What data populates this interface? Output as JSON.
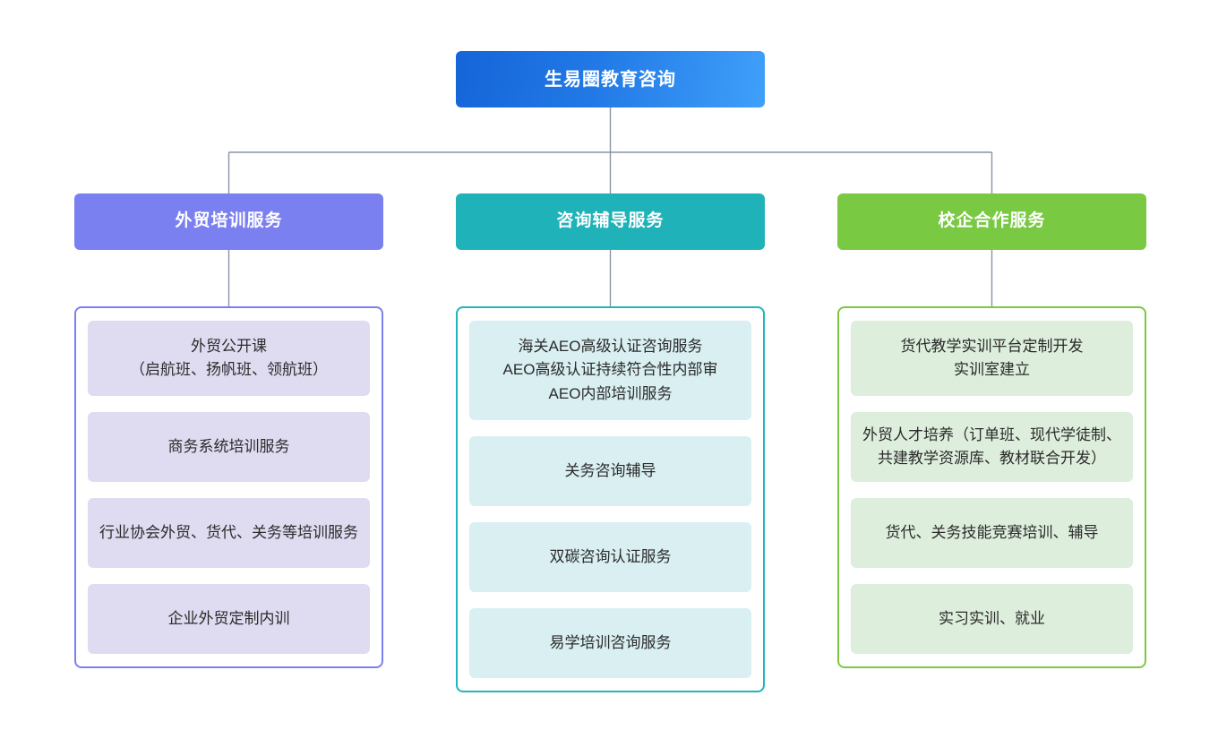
{
  "diagram": {
    "type": "organizational-tree",
    "orientation": "top-down",
    "background_color": "#ffffff",
    "connector_color": "#8a93a6",
    "root": {
      "label": "生易圈教育咨询",
      "color_start": "#1565d8",
      "color_end": "#3fa0fa",
      "text_color": "#ffffff"
    },
    "branches": [
      {
        "id": "foreign-trade-training",
        "label": "外贸培训服务",
        "accent_color": "#7b80f0",
        "item_background": "#dfdcf2",
        "text_color": "#ffffff",
        "items": [
          {
            "label": "外贸公开课\n（启航班、扬帆班、领航班）"
          },
          {
            "label": "商务系统培训服务"
          },
          {
            "label": "行业协会外贸、货代、关务等培训服务"
          },
          {
            "label": "企业外贸定制内训"
          }
        ]
      },
      {
        "id": "consulting-coaching",
        "label": "咨询辅导服务",
        "accent_color": "#1fb2b8",
        "item_background": "#d9eff2",
        "text_color": "#ffffff",
        "items": [
          {
            "label": "海关AEO高级认证咨询服务\nAEO高级认证持续符合性内部审\nAEO内部培训服务"
          },
          {
            "label": "关务咨询辅导"
          },
          {
            "label": "双碳咨询认证服务"
          },
          {
            "label": "易学培训咨询服务"
          }
        ]
      },
      {
        "id": "school-enterprise-cooperation",
        "label": "校企合作服务",
        "accent_color": "#7ac943",
        "item_background": "#ddeedc",
        "text_color": "#ffffff",
        "items": [
          {
            "label": "货代教学实训平台定制开发\n实训室建立"
          },
          {
            "label": "外贸人才培养（订单班、现代学徒制、共建教学资源库、教材联合开发）"
          },
          {
            "label": "货代、关务技能竞赛培训、辅导"
          },
          {
            "label": "实习实训、就业"
          }
        ]
      }
    ]
  }
}
